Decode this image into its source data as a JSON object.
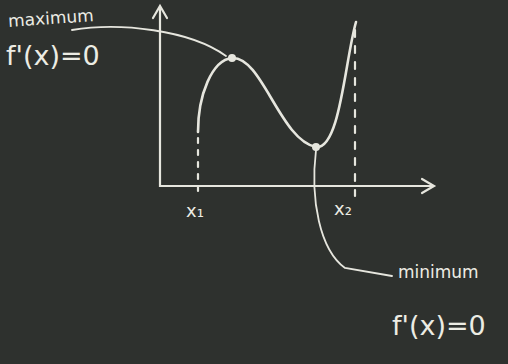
{
  "diagram": {
    "labels": [
      "maximum",
      "f'(x)=0",
      "x₁",
      "x₂",
      "minimum",
      "f'(x)=0"
    ]
  }
}
